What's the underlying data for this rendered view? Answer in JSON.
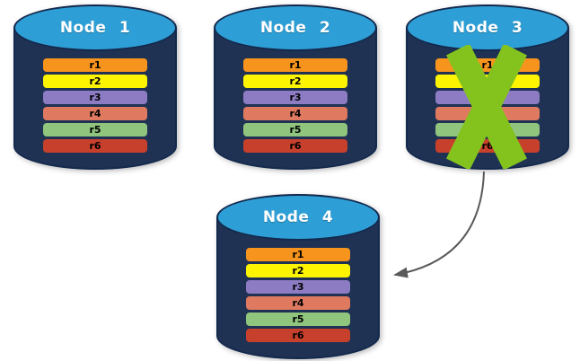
{
  "palette": {
    "page_background": "#FFFFFF",
    "cylinder_body": "#1F3254",
    "cylinder_top": "#2E9FD6",
    "cylinder_border": "#13294D",
    "node_title_color": "#FFFFFF",
    "bar_label_color": "#000000",
    "failure_x_color": "#84C31E",
    "arrow_color": "#595959"
  },
  "nodes": [
    {
      "id": "node-1",
      "label": "Node 1",
      "failed": false
    },
    {
      "id": "node-2",
      "label": "Node 2",
      "failed": false
    },
    {
      "id": "node-3",
      "label": "Node 3",
      "failed": true
    },
    {
      "id": "node-4",
      "label": "Node 4",
      "failed": false
    }
  ],
  "replicas": [
    {
      "label": "r1",
      "color": "#F7941D"
    },
    {
      "label": "r2",
      "color": "#FCF400"
    },
    {
      "label": "r3",
      "color": "#8D7CC3"
    },
    {
      "label": "r4",
      "color": "#DF7A60"
    },
    {
      "label": "r5",
      "color": "#90C57E"
    },
    {
      "label": "r6",
      "color": "#C7402B"
    }
  ],
  "arrow": {
    "from": "node-3",
    "to": "node-4"
  }
}
